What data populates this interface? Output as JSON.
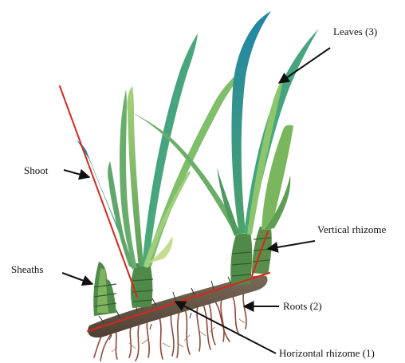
{
  "labels": {
    "leaves": "Leaves (3)",
    "shoot": "Shoot",
    "vertical_rhizome": "Vertical rhizome",
    "sheaths": "Sheaths",
    "roots": "Roots (2)",
    "horizontal_rhizome": "Horizontal rhizome (1)"
  },
  "colors": {
    "annotation_line": "#d9261c",
    "arrow": "#111111",
    "leaf_dark": "#2f8f8c",
    "leaf_light": "#8fc46a",
    "rhizome": "#6b5a48",
    "root": "#8a4a3a"
  }
}
